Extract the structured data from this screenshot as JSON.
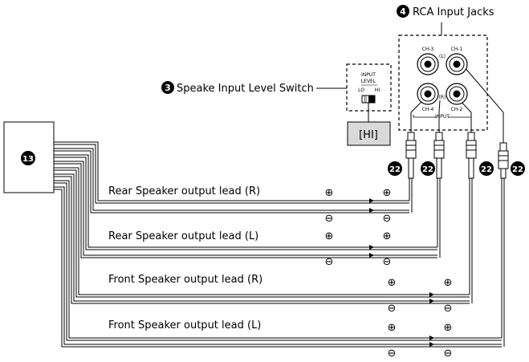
{
  "callouts": {
    "rca_jacks_num": "4",
    "rca_jacks_label": "RCA Input Jacks",
    "switch_num": "3",
    "switch_label": "Speake Input Level Switch",
    "unit_num": "13",
    "plug_num": "22"
  },
  "switch": {
    "title_line1": "INPUT",
    "title_line2": "LEVEL",
    "lo": "LO",
    "hi": "HI",
    "setting": "[HI]"
  },
  "jacks": {
    "ch3": "CH-3",
    "ch1": "CH-1",
    "ch4": "CH-4",
    "ch2": "CH-2",
    "l_mark": "(L)",
    "r_mark": "(R)",
    "input": "INPUT"
  },
  "leads": [
    {
      "label": "Rear Speaker output lead (R)"
    },
    {
      "label": "Rear Speaker output lead (L)"
    },
    {
      "label": "Front Speaker output lead (R)"
    },
    {
      "label": "Front Speaker output lead (L)"
    }
  ],
  "symbols": {
    "plus": "⊕",
    "minus": "⊖"
  },
  "colors": {
    "line": "#000000",
    "switch_box_fill": "#d9d9d9"
  }
}
